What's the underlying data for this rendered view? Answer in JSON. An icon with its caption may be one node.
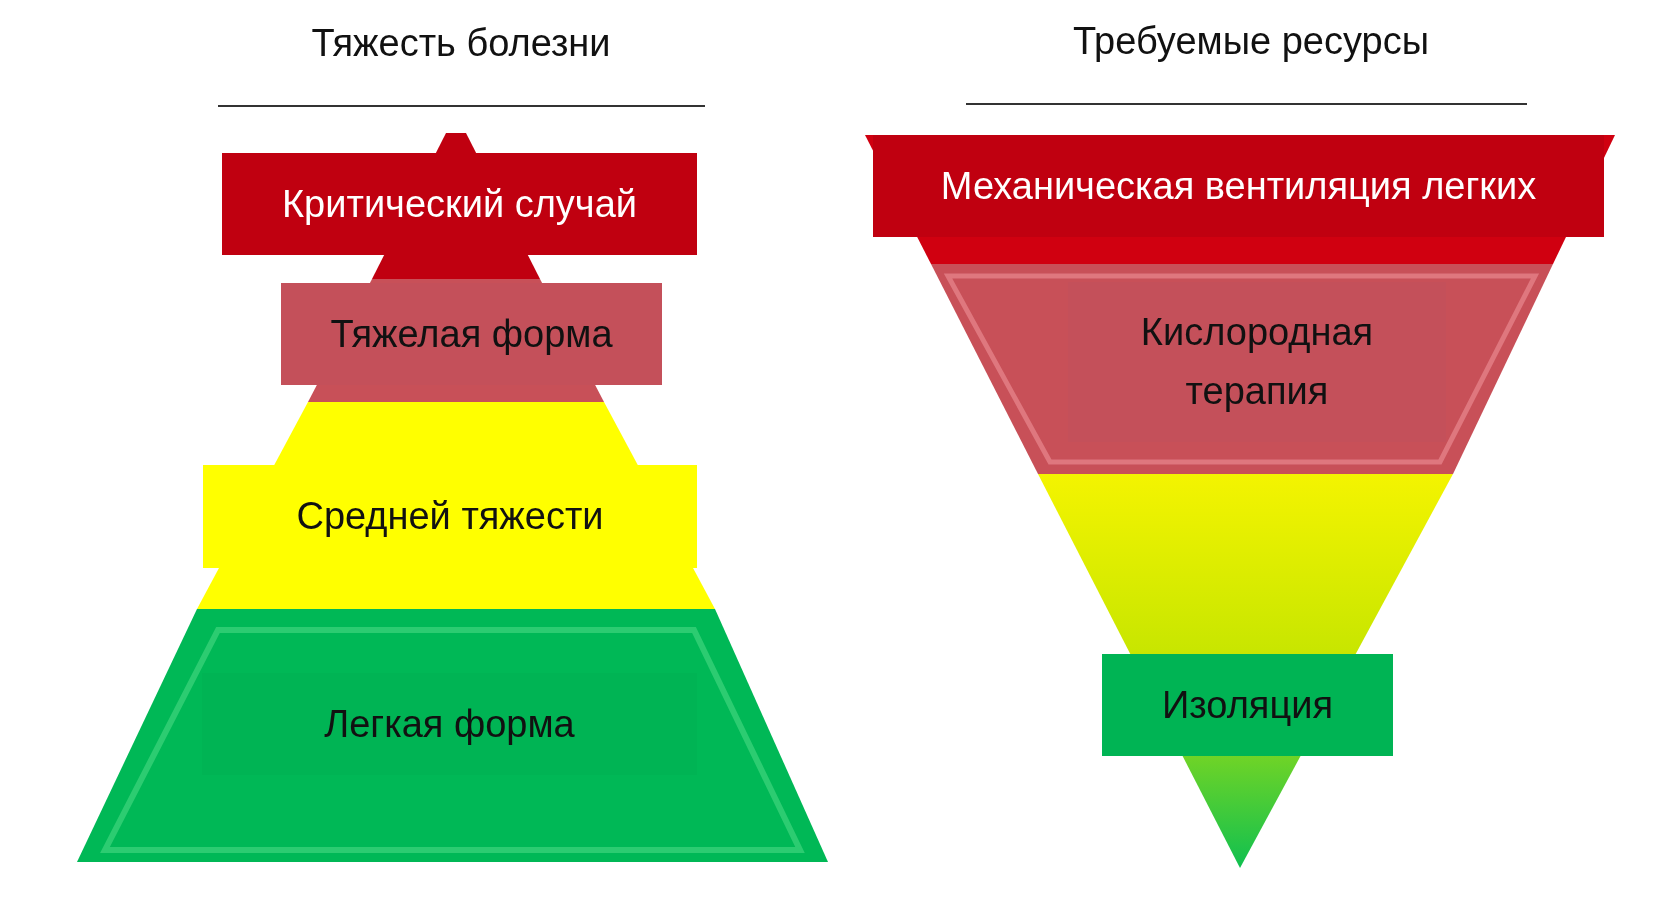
{
  "diagram": {
    "nodes": [
      {
        "text": [
          "Критический случай"
        ]
      },
      {
        "text": [
          "Тяжелая форма"
        ]
      },
      {
        "text": [
          "Средней тяжести"
        ]
      },
      {
        "text": [
          "Легкая форма"
        ]
      },
      {
        "text": [
          "Механическая вентиляция легких"
        ]
      },
      {
        "text": [
          "Кислородная терапия"
        ]
      },
      {
        "text": [
          "Изоляция"
        ]
      }
    ],
    "edges": [],
    "labels": [
      "Тяжесть болезни",
      "Требуемые ресурсы"
    ]
  }
}
